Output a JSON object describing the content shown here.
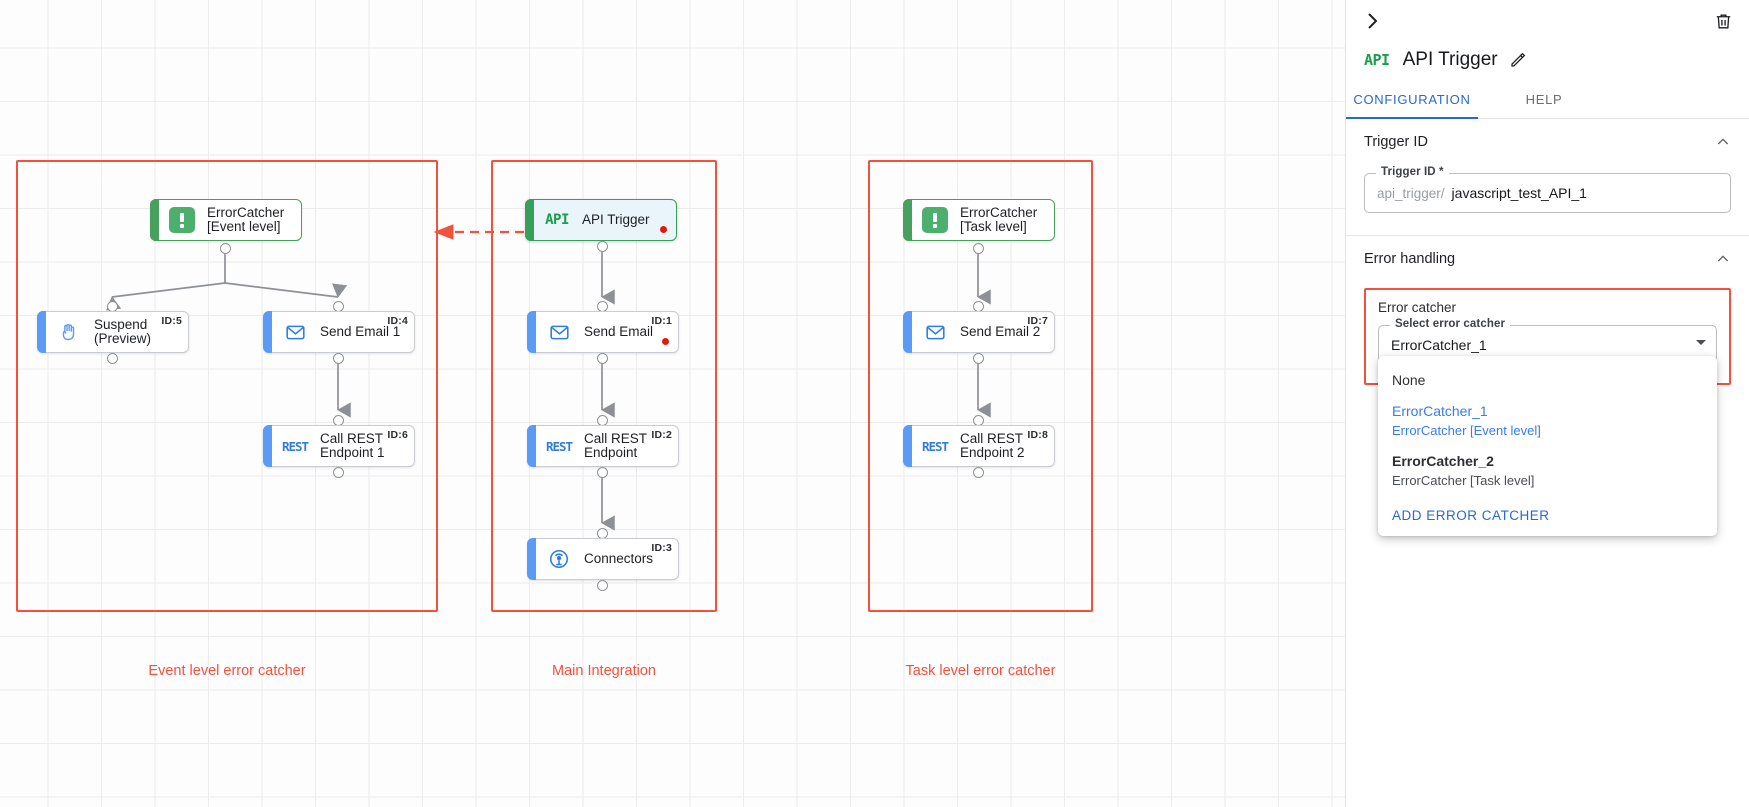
{
  "canvas": {
    "groups": [
      {
        "caption": "Event level error catcher"
      },
      {
        "caption": "Main Integration"
      },
      {
        "caption": "Task level error catcher"
      }
    ],
    "nodes": {
      "error_catcher_event": {
        "label": "ErrorCatcher\n[Event level]",
        "icon": "error-catcher-icon",
        "id": ""
      },
      "suspend": {
        "label": "Suspend\n(Preview)",
        "icon": "suspend-hand-icon",
        "id": "ID:5"
      },
      "send_email_1": {
        "label": "Send Email 1",
        "icon": "email-envelope-icon",
        "id": "ID:4"
      },
      "call_rest_1": {
        "label": "Call REST\nEndpoint 1",
        "icon": "rest-icon",
        "id": "ID:6"
      },
      "api_trigger": {
        "label": "API Trigger",
        "icon": "api-icon",
        "id": ""
      },
      "send_email": {
        "label": "Send Email",
        "icon": "email-envelope-icon",
        "id": "ID:1"
      },
      "call_rest": {
        "label": "Call REST\nEndpoint",
        "icon": "rest-icon",
        "id": "ID:2"
      },
      "connectors": {
        "label": "Connectors",
        "icon": "connectors-icon",
        "id": "ID:3"
      },
      "error_catcher_task": {
        "label": "ErrorCatcher\n[Task level]",
        "icon": "error-catcher-icon",
        "id": ""
      },
      "send_email_2": {
        "label": "Send Email 2",
        "icon": "email-envelope-icon",
        "id": "ID:7"
      },
      "call_rest_2": {
        "label": "Call REST\nEndpoint 2",
        "icon": "rest-icon",
        "id": "ID:8"
      }
    },
    "api_glyph": "API",
    "rest_glyph": "REST"
  },
  "panel": {
    "title": "API Trigger",
    "title_icon_text": "API",
    "tabs": [
      {
        "label": "CONFIGURATION",
        "active": true
      },
      {
        "label": "HELP",
        "active": false
      }
    ],
    "trigger_id_section": {
      "title": "Trigger ID",
      "field_legend": "Trigger ID *",
      "prefix": "api_trigger/",
      "value": "javascript_test_API_1"
    },
    "error_handling_section": {
      "title": "Error handling",
      "error_catcher_label": "Error catcher",
      "select_legend": "Select error catcher",
      "selected_value": "ErrorCatcher_1",
      "dropdown": {
        "options": [
          {
            "primary": "None",
            "secondary": "",
            "selected": false,
            "bold": false
          },
          {
            "primary": "ErrorCatcher_1",
            "secondary": "ErrorCatcher [Event level]",
            "selected": true,
            "bold": false
          },
          {
            "primary": "ErrorCatcher_2",
            "secondary": "ErrorCatcher [Task level]",
            "selected": false,
            "bold": true
          }
        ],
        "action_label": "ADD ERROR CATCHER"
      }
    }
  },
  "colors": {
    "red_group": "#f4503c",
    "blue_accent": "#5b9bf8",
    "green_accent": "#47a05e",
    "link_blue": "#2769d4",
    "error_dot": "#e01b0e"
  }
}
